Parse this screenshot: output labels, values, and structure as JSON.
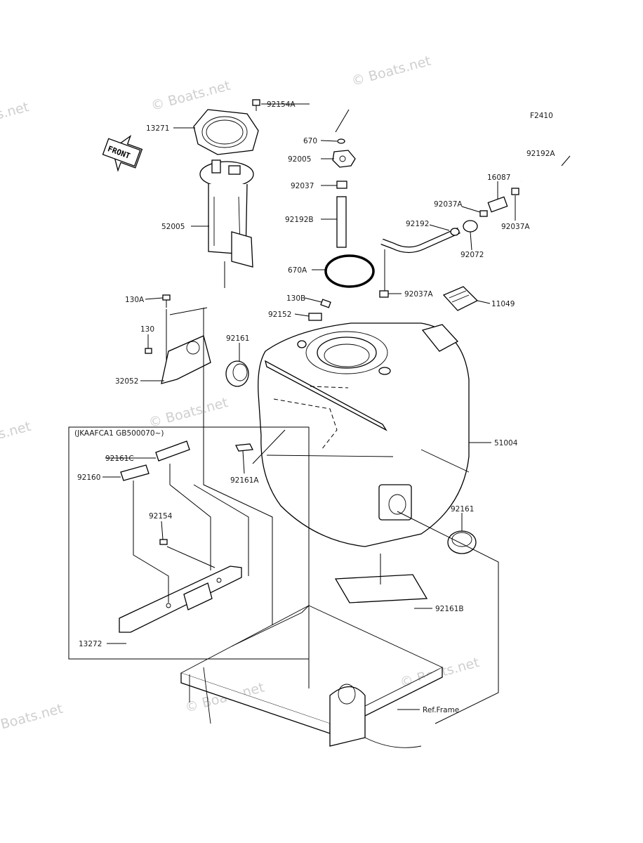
{
  "diagram_code": "F2410",
  "front_arrow_text": "FRONT",
  "watermark_text": "© Boats.net",
  "variant_note": "(JKAAFCA1 GB500070~)",
  "ref_label": "Ref.Frame",
  "parts": {
    "p92154A": "92154A",
    "p13271": "13271",
    "p670": "670",
    "p92005": "92005",
    "p92037": "92037",
    "p92192B": "92192B",
    "p52005": "52005",
    "p670A": "670A",
    "p130A": "130A",
    "p130B": "130B",
    "p92152": "92152",
    "p130": "130",
    "p92161_top": "92161",
    "p32052": "32052",
    "p92192A": "92192A",
    "p16087": "16087",
    "p92037A_left": "92037A",
    "p92192": "92192",
    "p92037A_right": "92037A",
    "p92072": "92072",
    "p92037A_tank": "92037A",
    "p11049": "11049",
    "p51004": "51004",
    "p92161C": "92161C",
    "p92160": "92160",
    "p92161A": "92161A",
    "p92154": "92154",
    "p92161_right": "92161",
    "p92161B": "92161B",
    "p13272": "13272"
  }
}
